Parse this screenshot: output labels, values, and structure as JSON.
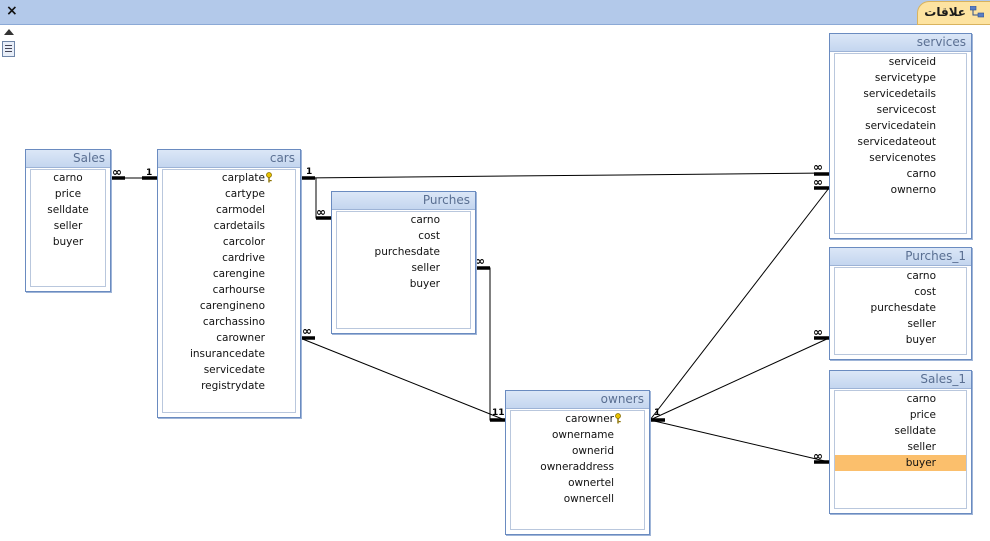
{
  "window": {
    "tab_title": "علاقات",
    "close_label": "×"
  },
  "tables": {
    "sales": {
      "title": "Sales",
      "fields": [
        "carno",
        "price",
        "selldate",
        "seller",
        "buyer"
      ]
    },
    "cars": {
      "title": "cars",
      "fields": [
        "carplate",
        "cartype",
        "carmodel",
        "cardetails",
        "carcolor",
        "cardrive",
        "carengine",
        "carhourse",
        "carengineno",
        "carchassino",
        "carowner",
        "insurancedate",
        "servicedate",
        "registrydate"
      ]
    },
    "purches": {
      "title": "Purches",
      "fields": [
        "carno",
        "cost",
        "purchesdate",
        "seller",
        "buyer"
      ]
    },
    "owners": {
      "title": "owners",
      "fields": [
        "carowner",
        "ownername",
        "ownerid",
        "owneraddress",
        "ownertel",
        "ownercell"
      ]
    },
    "services": {
      "title": "services",
      "fields": [
        "serviceid",
        "servicetype",
        "servicedetails",
        "servicecost",
        "servicedatein",
        "servicedateout",
        "servicenotes",
        "carno",
        "ownerno"
      ]
    },
    "purches_1": {
      "title": "Purches_1",
      "fields": [
        "carno",
        "cost",
        "purchesdate",
        "seller",
        "buyer"
      ]
    },
    "sales_1": {
      "title": "Sales_1",
      "fields": [
        "carno",
        "price",
        "selldate",
        "seller",
        "buyer"
      ]
    }
  },
  "relationship_labels": {
    "sales_cars_many": "∞",
    "sales_cars_one": "1",
    "cars_services_one": "1",
    "cars_services_many": "∞",
    "cars_purches_many": "∞",
    "cars_owners_many": "∞",
    "purches_owners_many": "∞",
    "owners_left_one": "11",
    "owners_right_one": "1",
    "owners_services_many": "∞",
    "owners_purches1_many": "∞",
    "owners_sales1_many": "∞"
  },
  "colors": {
    "accent_tab": "#fde3a1",
    "selected_row": "#fbbf6c",
    "header_bar": "#b3c9ea"
  }
}
